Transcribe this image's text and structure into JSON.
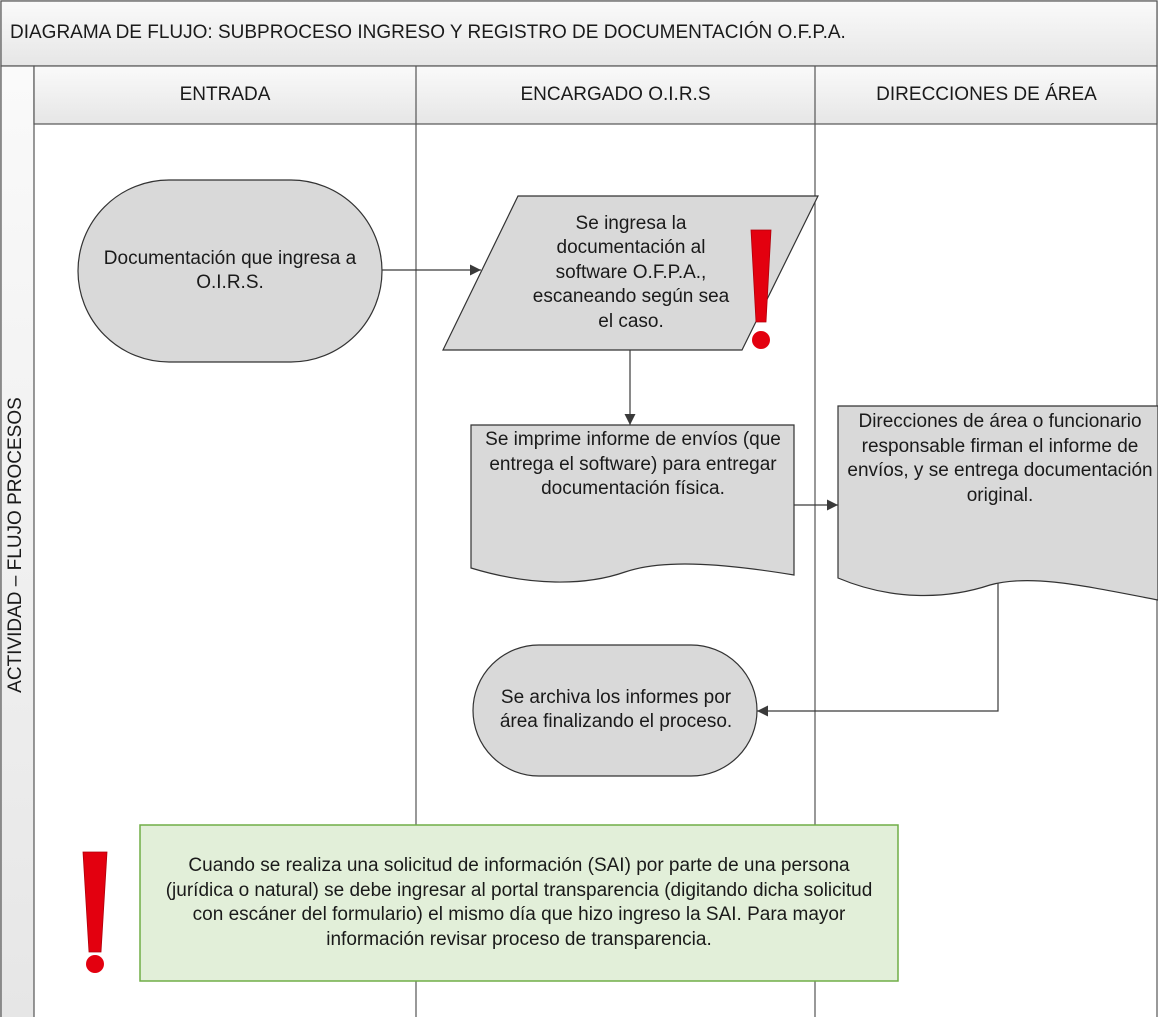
{
  "diagram": {
    "title": "DIAGRAMA DE FLUJO: SUBPROCESO INGRESO  Y REGISTRO DE DOCUMENTACIÓN O.F.P.A.",
    "vertical_label": "ACTIVIDAD – FLUJO PROCESOS",
    "lanes": [
      {
        "label": "ENTRADA"
      },
      {
        "label": "ENCARGADO O.I.R.S"
      },
      {
        "label": "DIRECCIONES DE ÁREA"
      }
    ],
    "nodes": {
      "start": "Documentación que ingresa a O.I.R.S.",
      "register": "Se ingresa la documentación al software O.F.P.A., escaneando según sea el caso.",
      "print_report": "Se imprime informe de envíos (que entrega el software) para entregar documentación física.",
      "sign_report": "Direcciones de área o funcionario responsable firman el informe de envíos, y se entrega documentación original.",
      "archive": "Se archiva los informes por área finalizando el proceso."
    },
    "note": "Cuando se realiza una solicitud de información (SAI) por parte de una persona (jurídica o natural) se debe ingresar al portal transparencia (digitando dicha solicitud con escáner del formulario) el mismo día que hizo ingreso la SAI. Para mayor información revisar proceso de transparencia.",
    "icons": {
      "warning": "exclamation-icon"
    },
    "colors": {
      "shape_fill": "#d9d9d9",
      "note_fill": "#e2efd9",
      "note_border": "#70ad47",
      "warning": "#e3000f",
      "header_fill": "#f2f2f2"
    }
  }
}
